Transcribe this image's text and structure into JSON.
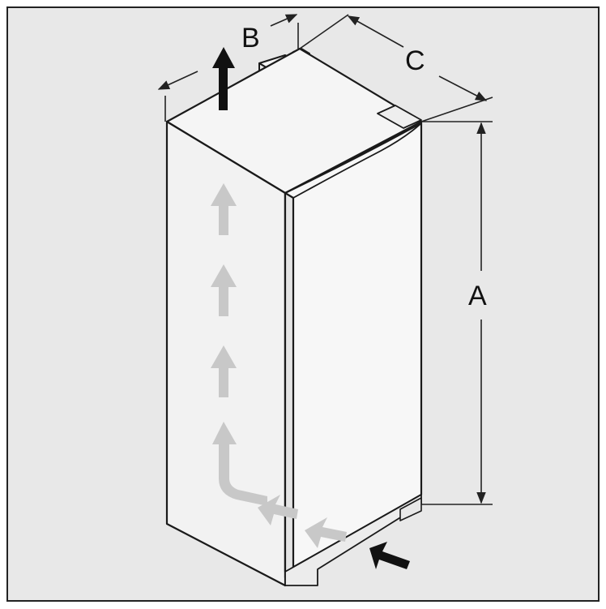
{
  "labels": {
    "a": "A",
    "b": "B",
    "c": "C"
  },
  "colors": {
    "background": "#e8e8e8",
    "frame": "#222222",
    "cabinet_stroke": "#1a1a1a",
    "cabinet_front": "#f7f7f7",
    "cabinet_side": "#f2f2f2",
    "cabinet_top": "#f5f5f5",
    "airflow_arrow": "#c8c8c8",
    "intake_arrow": "#111111",
    "exhaust_arrow": "#111111",
    "dimension_line": "#222222"
  },
  "icons": {
    "airflow": "up-arrow-icon",
    "intake": "diagonal-arrow-icon",
    "exhaust": "up-arrow-icon"
  }
}
